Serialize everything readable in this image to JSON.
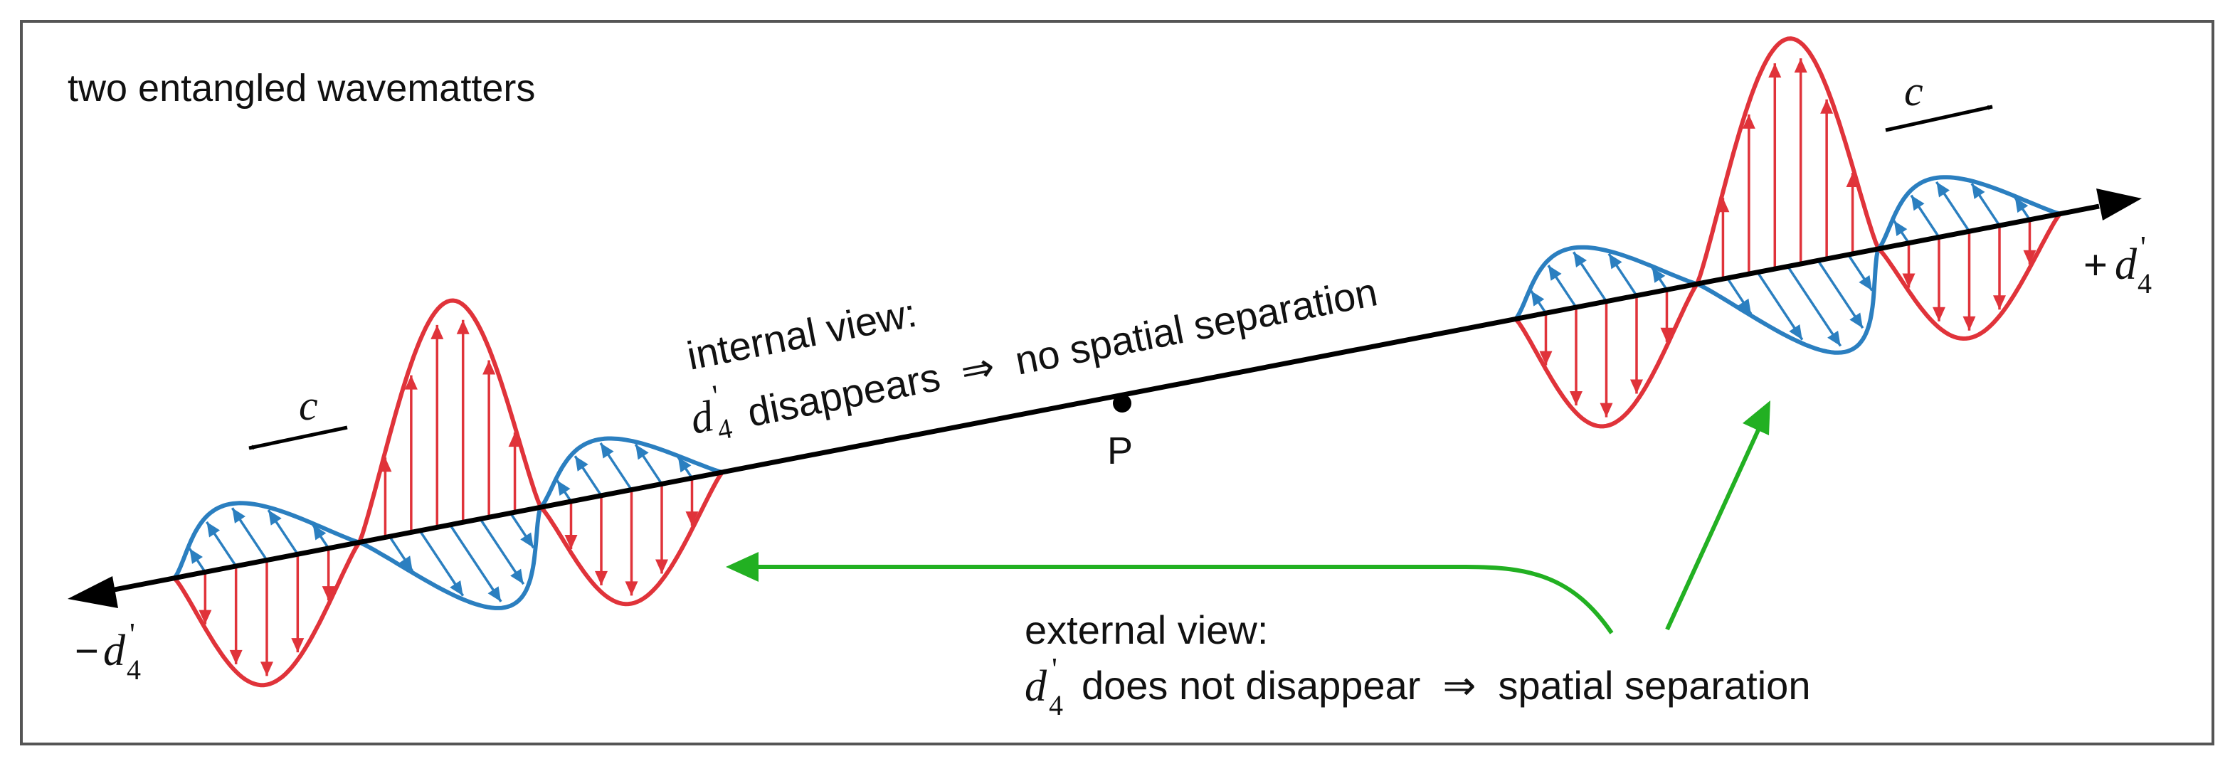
{
  "title": "two entangled wavematters",
  "axis": {
    "positive_label": "+",
    "negative_label": "−",
    "coordinate_symbol": "d",
    "coordinate_subscript": "4",
    "coordinate_prime": "'"
  },
  "point_label": "P",
  "speed_label": "c",
  "internal_view": {
    "heading": "internal view:",
    "statement": "disappears  ⇒  no spatial separation"
  },
  "external_view": {
    "heading": "external view:",
    "statement": "does not disappear  ⇒  spatial separation"
  },
  "colors": {
    "axis": "#000000",
    "red_wave": "#e0333a",
    "blue_wave": "#2b7fc0",
    "green_arrow": "#22b022",
    "border": "#555555"
  }
}
